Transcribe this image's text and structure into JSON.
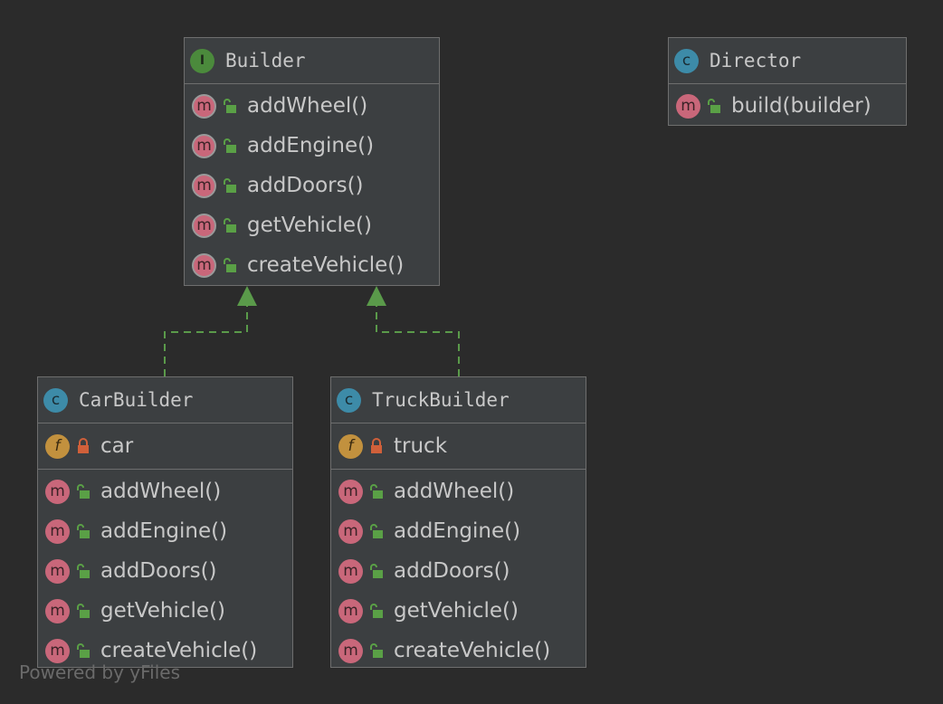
{
  "nodes": {
    "builder": {
      "kind_icon": "interface-icon",
      "kind_letter": "I",
      "name": "Builder",
      "methods": [
        {
          "label": "addWheel()"
        },
        {
          "label": "addEngine()"
        },
        {
          "label": "addDoors()"
        },
        {
          "label": "getVehicle()"
        },
        {
          "label": "createVehicle()"
        }
      ]
    },
    "director": {
      "kind_icon": "class-icon",
      "kind_letter": "c",
      "name": "Director",
      "methods": [
        {
          "label": "build(builder)"
        }
      ]
    },
    "car_builder": {
      "kind_icon": "class-icon",
      "kind_letter": "c",
      "name": "CarBuilder",
      "fields": [
        {
          "label": "car"
        }
      ],
      "methods": [
        {
          "label": "addWheel()"
        },
        {
          "label": "addEngine()"
        },
        {
          "label": "addDoors()"
        },
        {
          "label": "getVehicle()"
        },
        {
          "label": "createVehicle()"
        }
      ]
    },
    "truck_builder": {
      "kind_icon": "class-icon",
      "kind_letter": "c",
      "name": "TruckBuilder",
      "fields": [
        {
          "label": "truck"
        }
      ],
      "methods": [
        {
          "label": "addWheel()"
        },
        {
          "label": "addEngine()"
        },
        {
          "label": "addDoors()"
        },
        {
          "label": "getVehicle()"
        },
        {
          "label": "createVehicle()"
        }
      ]
    }
  },
  "badges": {
    "method_letter": "m",
    "field_letter": "f"
  },
  "edges": [
    {
      "from": "CarBuilder",
      "to": "Builder",
      "type": "realization"
    },
    {
      "from": "TruckBuilder",
      "to": "Builder",
      "type": "realization"
    }
  ],
  "footer": {
    "powered_by": "Powered by yFiles"
  },
  "colors": {
    "background": "#2b2b2b",
    "node_fill": "#3c3f41",
    "node_border": "#6e6e6e",
    "edge": "#5a9a4a",
    "method_badge": "#c9677a",
    "class_badge": "#3d8ba8",
    "interface_badge": "#4b8a3c",
    "field_badge": "#c2913e",
    "public_lock": "#5aa046",
    "private_lock": "#d0603a"
  }
}
